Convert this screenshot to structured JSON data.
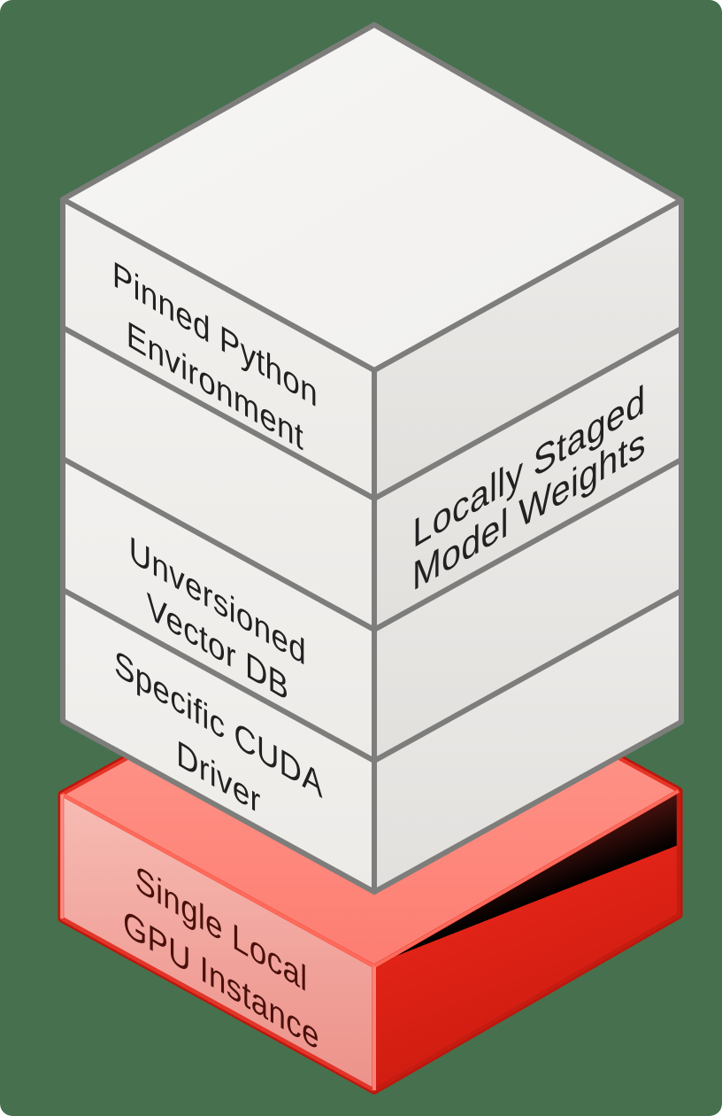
{
  "diagram": {
    "type": "isometric-layer-stack",
    "description_visible_text_only": true,
    "layers": [
      {
        "id": "pinned-python-environment",
        "face": "left",
        "lines": [
          "Pinned Python",
          "Environment"
        ]
      },
      {
        "id": "locally-staged-model-weights",
        "face": "right",
        "lines": [
          "Locally Staged",
          "Model Weights"
        ]
      },
      {
        "id": "unversioned-vector-db",
        "face": "left",
        "lines": [
          "Unversioned",
          "Vector DB"
        ]
      },
      {
        "id": "specific-cuda-driver",
        "face": "left",
        "lines": [
          "Specific CUDA",
          "Driver"
        ]
      },
      {
        "id": "single-local-gpu-instance",
        "face": "left",
        "lines": [
          "Single Local",
          "GPU Instance"
        ],
        "highlighted": true
      }
    ]
  },
  "colors": {
    "background": "#47704e",
    "gray_face_top": "#f4f3f1",
    "gray_face_left": "#f1efed",
    "gray_face_right": "#e9e7e4",
    "gray_border": "#7d7d7b",
    "label_text": "#212121",
    "red_face_left": "#f2aaa2",
    "red_face_right": "#e02317",
    "red_face_top": "#fd8e82",
    "red_border": "#bd150b",
    "red_label_text": "#4a100b"
  }
}
